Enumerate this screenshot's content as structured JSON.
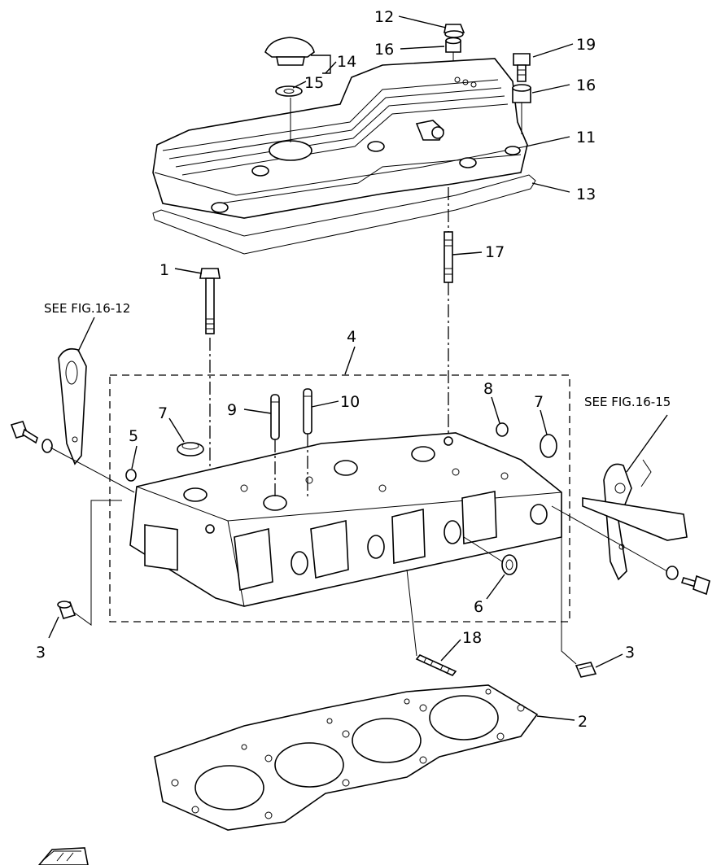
{
  "callouts": {
    "c1": "1",
    "c2": "2",
    "c3a": "3",
    "c3b": "3",
    "c4": "4",
    "c5": "5",
    "c6": "6",
    "c7a": "7",
    "c7b": "7",
    "c8": "8",
    "c9": "9",
    "c10": "10",
    "c11": "11",
    "c12": "12",
    "c13": "13",
    "c14": "14",
    "c15": "15",
    "c16a": "16",
    "c16b": "16",
    "c17": "17",
    "c18": "18",
    "c19": "19"
  },
  "references": {
    "left": "SEE FIG.16-12",
    "right": "SEE FIG.16-15"
  },
  "icons": {
    "direction_arrow": "forward-arrow-icon"
  }
}
